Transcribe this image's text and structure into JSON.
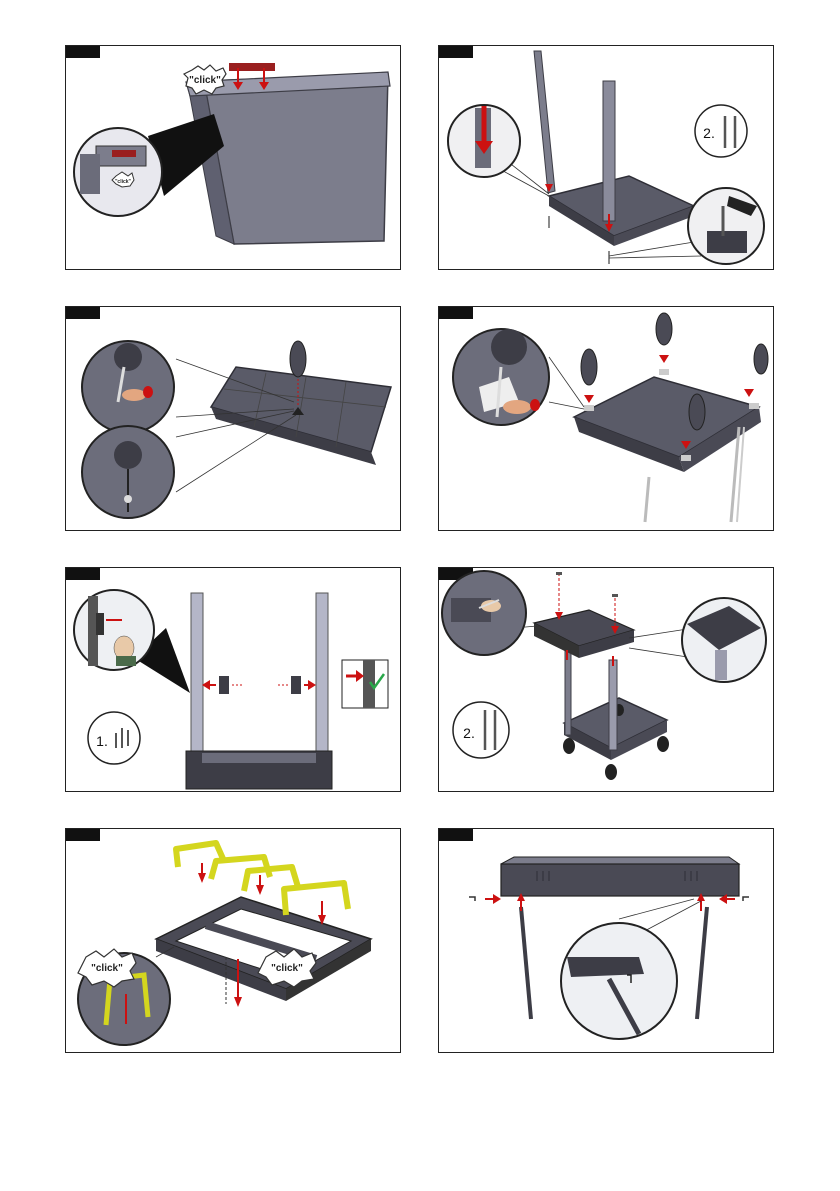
{
  "colors": {
    "part_gray": "#7c7d8c",
    "part_dark": "#3d3d46",
    "arrow_red": "#cc1111",
    "accent_yellow": "#d4d61e",
    "clip_red": "#9a1f1f",
    "check_green": "#2aa84a"
  },
  "panels": {
    "p1": {
      "click_big": "\"click\"",
      "click_small": "\"click\""
    },
    "p2": {
      "step_label": "2."
    },
    "p5": {
      "step_label": "1."
    },
    "p6": {
      "step_label": "2."
    },
    "p7": {
      "click_left": "\"click\"",
      "click_right": "\"click\""
    }
  }
}
